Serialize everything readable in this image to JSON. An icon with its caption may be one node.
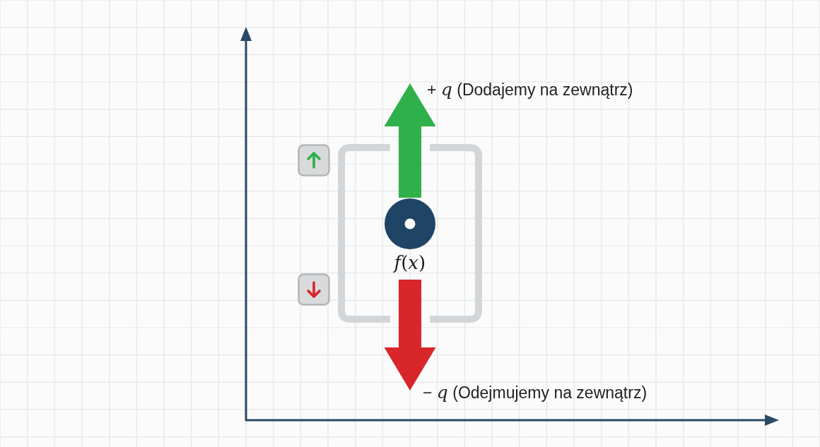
{
  "diagram": {
    "nodes": [
      {
        "text": [
          "+ *q* (Dodajemy na zewnątrz)"
        ]
      },
      {
        "text": [
          "*f*(*x*)"
        ]
      },
      {
        "text": [
          "− *q* (Odejmujemy na zewnątrz)"
        ]
      }
    ],
    "edges": [
      {
        "from": 1,
        "to": 0,
        "arrow": "to",
        "style": "thick",
        "color": "#2eb04a"
      },
      {
        "from": 1,
        "to": 2,
        "arrow": "to",
        "style": "thick",
        "color": "#d8262b"
      }
    ]
  }
}
